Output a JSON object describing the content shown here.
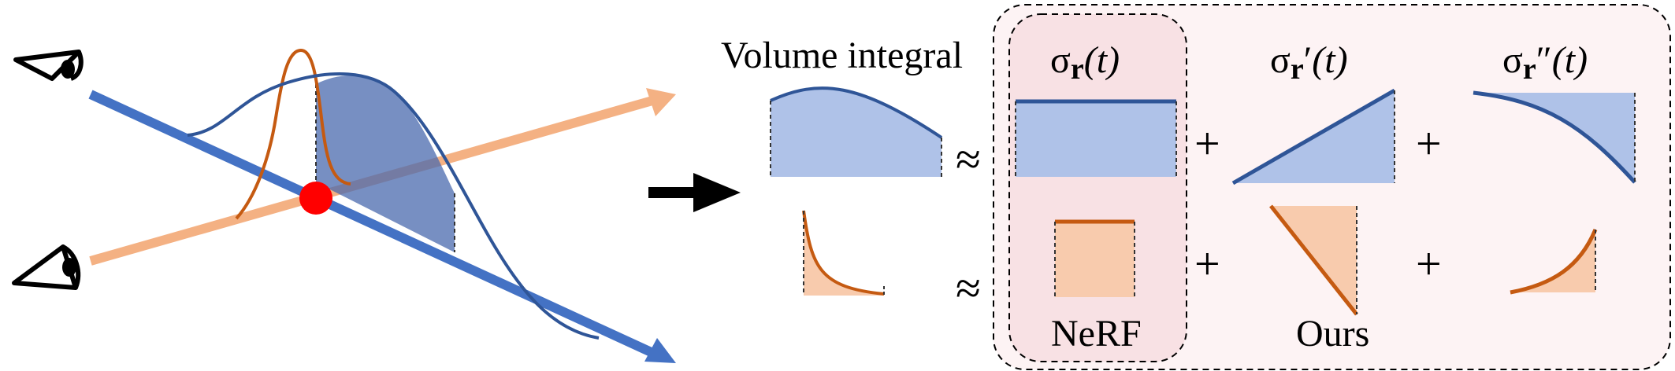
{
  "header": {
    "volume_integral": "Volume integral"
  },
  "columns": {
    "col0": {
      "sigma": "σ",
      "sub": "r",
      "suffix": "(t)"
    },
    "col1": {
      "sigma": "σ",
      "sub": "r",
      "prime": "′",
      "suffix": "(t)"
    },
    "col2": {
      "sigma": "σ",
      "sub": "r",
      "prime": "″",
      "suffix": "(t)"
    }
  },
  "symbols": {
    "approx": "≈",
    "plus": "+"
  },
  "labels": {
    "nerf": "NeRF",
    "ours": "Ours"
  },
  "colors": {
    "blue_ray": "#4472C4",
    "orange_ray": "#F4B183",
    "blue_curve": "#2F5597",
    "orange_curve": "#C55A11",
    "blue_fill": "#AFC2E8",
    "orange_fill": "#F8CBAD",
    "dark_fill": "#4A6AAE",
    "sample_point": "#FF0000",
    "group_bg": "#FDF3F4",
    "nerf_bg": "#F8E1E4"
  }
}
